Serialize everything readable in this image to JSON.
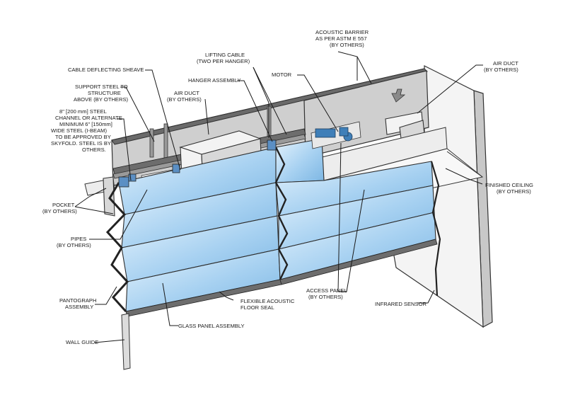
{
  "labels": {
    "acoustic_barrier": [
      "ACOUSTIC BARRIER",
      "AS PER ASTM E 557",
      "(BY OTHERS)"
    ],
    "lifting_cable": [
      "LIFTING CABLE",
      "(TWO PER HANGER)"
    ],
    "cable_sheave": [
      "CABLE DEFLECTING SHEAVE"
    ],
    "hanger_assembly": [
      "HANGER ASSEMBLY"
    ],
    "motor": [
      "MOTOR"
    ],
    "air_duct_right": [
      "AIR DUCT",
      "(BY OTHERS)"
    ],
    "support_steel": [
      "SUPPORT STEEL TO",
      "STRUCTURE",
      "ABOVE (BY OTHERS)"
    ],
    "air_duct_left": [
      "AIR DUCT",
      "(BY OTHERS)"
    ],
    "steel_channel": [
      "8\" [200 mm] STEEL",
      "CHANNEL OR ALTERNATE",
      "MINIMUM 6\" [150mm]",
      "WIDE STEEL (I-BEAM)",
      "TO BE APPROVED BY",
      "SKYFOLD. STEEL IS BY",
      "OTHERS."
    ],
    "finished_ceiling": [
      "FINISHED CEILING",
      "(BY OTHERS)"
    ],
    "pocket": [
      "POCKET",
      "(BY OTHERS)"
    ],
    "pipes": [
      "PIPES",
      "(BY OTHERS)"
    ],
    "access_panel": [
      "ACCESS PANEL",
      "(BY OTHERS)"
    ],
    "pantograph": [
      "PANTOGRAPH",
      "ASSEMBLY"
    ],
    "floor_seal": [
      "FLEXIBLE ACOUSTIC",
      "FLOOR SEAL"
    ],
    "infrared_sensor": [
      "INFRARED SENSOR"
    ],
    "glass_panel": [
      "GLASS PANEL ASSEMBLY"
    ],
    "wall_guide": [
      "WALL GUIDE"
    ]
  },
  "colors": {
    "glass_light": "#e4f2fc",
    "glass_dark": "#8cc1ea",
    "motor_blue": "#3f7fb8",
    "barrier_gray": "#cfcfcf"
  }
}
